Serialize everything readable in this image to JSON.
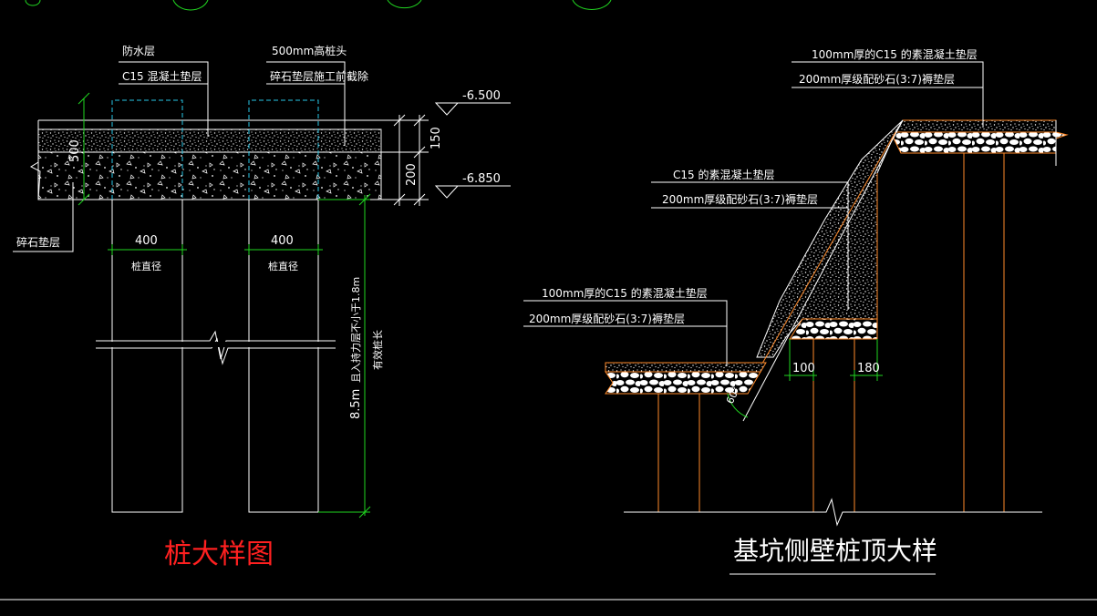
{
  "colors": {
    "background": "#000000",
    "line": "#ffffff",
    "dimension": "#21d621",
    "pile": "#ff8a2a",
    "pile_head": "#28c8e8",
    "title_red": "#ff2020"
  },
  "left_detail": {
    "title": "桩大样图",
    "labels": {
      "waterproof": "防水层",
      "c15_cushion": "C15 混凝土垫层",
      "pile_head_500": "500mm高桩头",
      "gravel_remove": "碎石垫层施工前截除",
      "gravel_cushion": "碎石垫层",
      "pile_dia_1": "桩直径",
      "pile_dia_2": "桩直径",
      "bearing_note": "且入持力层不小于1.8m",
      "effective_len": "有效桩长"
    },
    "dimensions": {
      "d500": "500",
      "d150": "150",
      "d200": "200",
      "pile_w1": "400",
      "pile_w2": "400",
      "len_8_5": "8.5m"
    },
    "elevations": {
      "top": "-6.500",
      "bottom": "-6.850"
    }
  },
  "right_detail": {
    "title": "基坑侧壁桩顶大样",
    "labels": {
      "top_c15": "100mm厚的C15 的素混凝土垫层",
      "top_sand": "200mm厚级配砂石(3:7)褥垫层",
      "mid_c15": "C15 的素混凝土垫层",
      "mid_sand": "200mm厚级配砂石(3:7)褥垫层",
      "low_c15": "100mm厚的C15 的素混凝土垫层",
      "low_sand": "200mm厚级配砂石(3:7)褥垫层"
    },
    "dimensions": {
      "d100": "100",
      "d180": "180",
      "angle": "60°"
    }
  }
}
